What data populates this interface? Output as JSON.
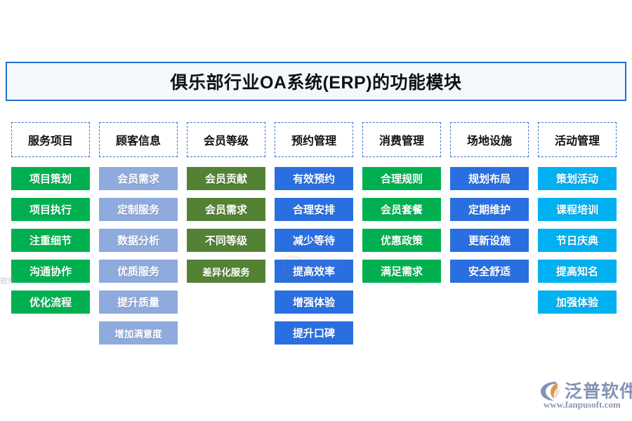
{
  "title": {
    "text": "俱乐部行业OA系统(ERP)的功能模块",
    "border_color": "#1f6fd0",
    "background_color": "#f4f8fd"
  },
  "palette": {
    "green": "#00b050",
    "periwinkle": "#8faadc",
    "olive": "#548235",
    "royal_blue": "#2a6fe0",
    "cyan": "#00b0f0",
    "dashed_border": "#3b6fd4"
  },
  "columns": [
    {
      "header": "服务项目",
      "color": "#00b050",
      "items": [
        "项目策划",
        "项目执行",
        "注重细节",
        "沟通协作",
        "优化流程"
      ]
    },
    {
      "header": "顾客信息",
      "color": "#8faadc",
      "items": [
        "会员需求",
        "定制服务",
        "数据分析",
        "优质服务",
        "提升质量",
        "增加满意度"
      ]
    },
    {
      "header": "会员等级",
      "color": "#548235",
      "items": [
        "会员贡献",
        "会员需求",
        "不同等级",
        "差异化服务"
      ]
    },
    {
      "header": "预约管理",
      "color": "#2a6fe0",
      "items": [
        "有效预约",
        "合理安排",
        "减少等待",
        "提高效率",
        "增强体验",
        "提升口碑"
      ]
    },
    {
      "header": "消费管理",
      "color": "#00b050",
      "items": [
        "合理规则",
        "会员套餐",
        "优惠政策",
        "满足需求"
      ]
    },
    {
      "header": "场地设施",
      "color": "#2a6fe0",
      "items": [
        "规划布局",
        "定期维护",
        "更新设施",
        "安全舒适"
      ]
    },
    {
      "header": "活动管理",
      "color": "#00b0f0",
      "items": [
        "策划活动",
        "课程培训",
        "节日庆典",
        "提高知名",
        "加强体验"
      ]
    }
  ],
  "watermark": {
    "center_text": "泛普软件",
    "left_text": "软件"
  },
  "logo": {
    "brand": "泛普软件",
    "url": "www.fanpusoft.com",
    "brand_color": "#8393b5",
    "accent_color": "#d8984f"
  }
}
